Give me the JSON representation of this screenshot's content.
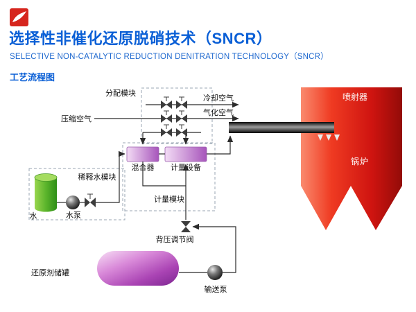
{
  "header": {
    "title": "选择性非催化还原脱硝技术（SNCR）",
    "subtitle": "SELECTIVE NON-CATALYTIC REDUCTION DENITRATION TECHNOLOGY（SNCR）",
    "section_label": "工艺流程图"
  },
  "colors": {
    "accent_blue": "#0a5fd6",
    "boiler_red": "#d6251d",
    "tank_purple": "#aa44b4",
    "water_green": "#5cb52c",
    "module_purple": "#a755bb"
  },
  "diagram": {
    "labels": {
      "distribution_module": "分配模块",
      "cooling_air": "冷却空气",
      "atomizing_air": "气化空气",
      "compressed_air": "压缩空气",
      "injector": "喷射器",
      "boiler": "锅炉",
      "mixer": "混合器",
      "metering_equipment": "计量设备",
      "metering_module": "计量模块",
      "dilution_water_module": "稀释水模块",
      "water": "水",
      "water_pump": "水泵",
      "back_pressure_valve": "背压调节阀",
      "reducing_agent_tank": "还原剂储罐",
      "transfer_pump": "输送泵"
    }
  }
}
